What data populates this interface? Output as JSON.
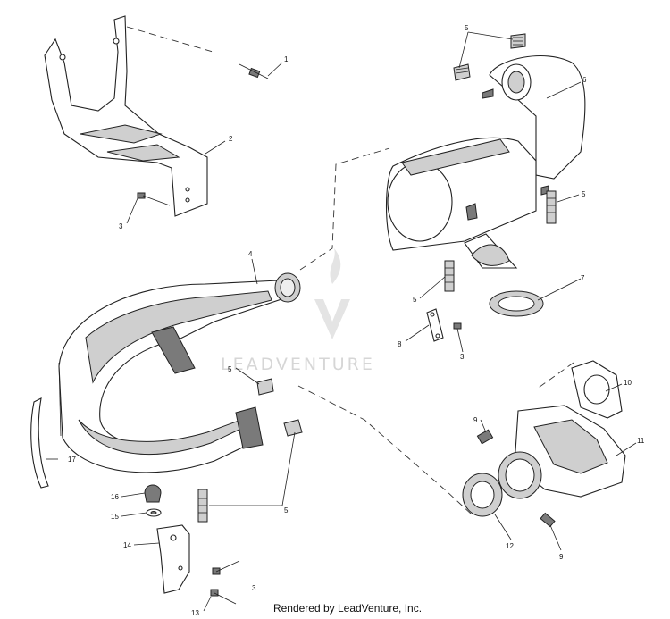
{
  "watermark": {
    "text": "LEADVENTURE"
  },
  "footer": {
    "text": "Rendered by LeadVenture, Inc."
  },
  "callouts": {
    "c1": "1",
    "c2": "2",
    "c3a": "3",
    "c3b": "3",
    "c3c": "3",
    "c4": "4",
    "c5a": "5",
    "c5b": "5",
    "c5c": "5",
    "c5d": "5",
    "c5e": "5",
    "c6": "6",
    "c7": "7",
    "c8": "8",
    "c9a": "9",
    "c9b": "9",
    "c10": "10",
    "c11": "11",
    "c12": "12",
    "c13": "13",
    "c14": "14",
    "c15": "15",
    "c16": "16",
    "c17": "17"
  }
}
